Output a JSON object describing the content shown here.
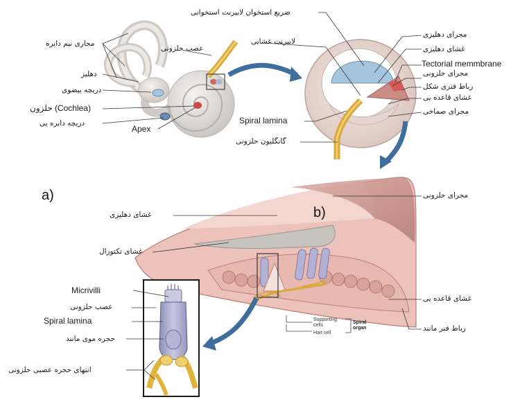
{
  "panel_labels": {
    "a": "a)",
    "b": "b)"
  },
  "labels": {
    "semicircular_canals": "مجاری نیم دایره",
    "vestibule": "دهلیز",
    "oval_window": "دریچه بیضوی",
    "cochlea": "حلزون (Cochlea)",
    "round_window": "دریچه دایره یی",
    "apex": "Apex",
    "cochlear_nerve_top": "عصب حلزونی",
    "bony_labyrinth_wall": "ضریع استخوان لابیرنت استخوانی",
    "membranous_labyrinth": "لابیرنت غشایی",
    "scala_vestibuli": "مجرای دهلیزی",
    "vestibular_membrane_top": "غشای دهلیزی",
    "tectorial_membrane_en": "Tectorial memmbrane",
    "cochlear_duct_top": "مجرای حلزونی",
    "spiral_ligament_top": "رباط فنری شکل",
    "basilar_membrane_top": "غشای قاعده یی",
    "scala_tympani": "مجرای صماخی",
    "spiral_lamina_top": "Spiral lamina",
    "spiral_ganglion": "گانگلیون حلزونی",
    "cochlear_duct_mid": "مجرای حلزونی",
    "vestibular_membrane_mid": "غشای دهلیزی",
    "tectorial_membrane_fa": "غشای تکتورال",
    "basilar_membrane_mid": "غشای قاعده یی",
    "spiral_ligament_mid": "رباط فنر مانند",
    "supporting_cells": "Supporting cells",
    "hair_cell_small": "Hair cell",
    "spiral_organ": "Spiral organ",
    "microvilli": "Micrivilli",
    "cochlear_nerve_bottom": "عصب حلزونی",
    "spiral_lamina_bottom": "Spiral lamina",
    "hair_cell_fa": "حجره موی مانند",
    "nerve_endings": "انتهای حجره عصبی حلزونی"
  },
  "colors": {
    "bone": "#dedad6",
    "pink": "#e7b3ad",
    "arrow": "#3f6d9c",
    "nerve": "#e0b43c",
    "cochlear_duct": "#c79690",
    "hair_cell": "#a9a8c9"
  }
}
